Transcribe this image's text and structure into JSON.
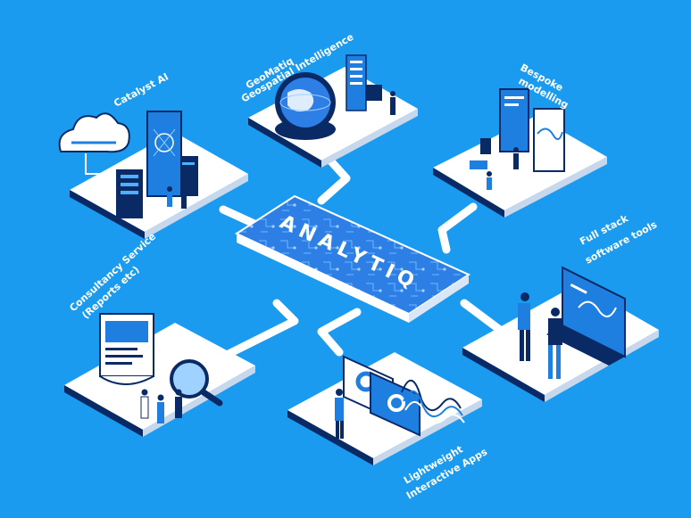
{
  "center": {
    "label": "ANALYTIQ"
  },
  "nodes": {
    "catalyst": {
      "label": "Catalyst AI"
    },
    "geomatiq": {
      "line1": "GeoMatiq",
      "line2": "Geospatial Intelligence"
    },
    "bespoke": {
      "line1": "Bespoke",
      "line2": "modelling"
    },
    "fullstack": {
      "line1": "Full stack",
      "line2": "software tools"
    },
    "consultancy": {
      "line1": "Consultancy Service",
      "line2": "(Reports etc)"
    },
    "lightweight": {
      "line1": "Lightweight",
      "line2": "Interactive Apps"
    }
  },
  "colors": {
    "background": "#1a9bf0",
    "platform": "#ffffff",
    "edge": "#0a2a66",
    "accent": "#1e7fe0"
  }
}
